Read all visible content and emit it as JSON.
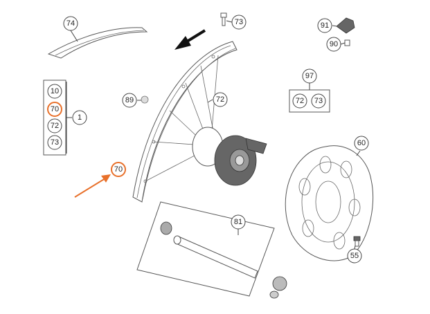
{
  "accent_color": "#e8702a",
  "callouts": {
    "c74": "74",
    "c73_top": "73",
    "c91": "91",
    "c90": "90",
    "c10": "10",
    "c70_list": "70",
    "c72_list": "72",
    "c73_list": "73",
    "c1": "1",
    "c89": "89",
    "c72_rim": "72",
    "c97": "97",
    "c72_group": "72",
    "c73_group": "73",
    "c60": "60",
    "c70_rim": "70",
    "c81": "81",
    "c55": "55"
  }
}
